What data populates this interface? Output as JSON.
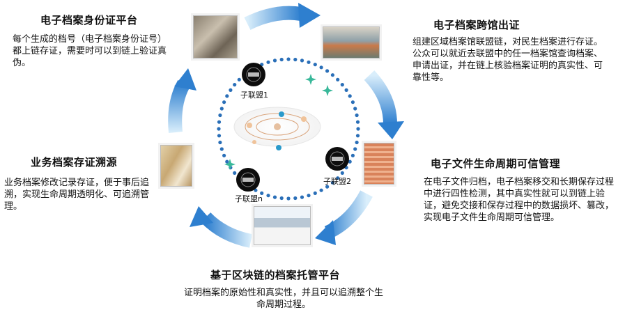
{
  "sections": {
    "identity": {
      "title": "电子档案身份证平台",
      "desc": "每个生成的档号（电子档案身份证号）都上链存证，需要时可以到链上验证真伪。"
    },
    "cross_archive": {
      "title": "电子档案跨馆出证",
      "desc": "组建区域档案馆联盟链，对民生档案进行存证。公众可以就近去联盟中的任一档案馆查询档案、申请出证，并在链上核验档案证明的真实性、可靠性等。"
    },
    "lifecycle": {
      "title": "电子文件生命周期可信管理",
      "desc": "在电子文件归档，电子档案移交和长期保存过程中进行四性检测，其中真实性就可以到链上验证，避免交接和保存过程中的数据损坏、篡改，实现电子文件生命周期可信管理。"
    },
    "hosting": {
      "title": "基于区块链的档案托管平台",
      "desc": "证明档案的原始性和真实性，并且可以追溯整个生命周期过程。"
    },
    "traceability": {
      "title": "业务档案存证溯源",
      "desc": "业务档案修改记录存证，便于事后追溯，实现生命周期透明化、可追溯管理。"
    }
  },
  "nodes": {
    "node1": "子联盟1",
    "node2": "子联盟2",
    "noden": "子联盟n"
  },
  "colors": {
    "arrow_light": "#bfe0f6",
    "arrow_dark": "#2a78c4",
    "dots": "#2a6fb8",
    "sparkle": "#39b89a",
    "node_bg": "#0d0d0d"
  }
}
